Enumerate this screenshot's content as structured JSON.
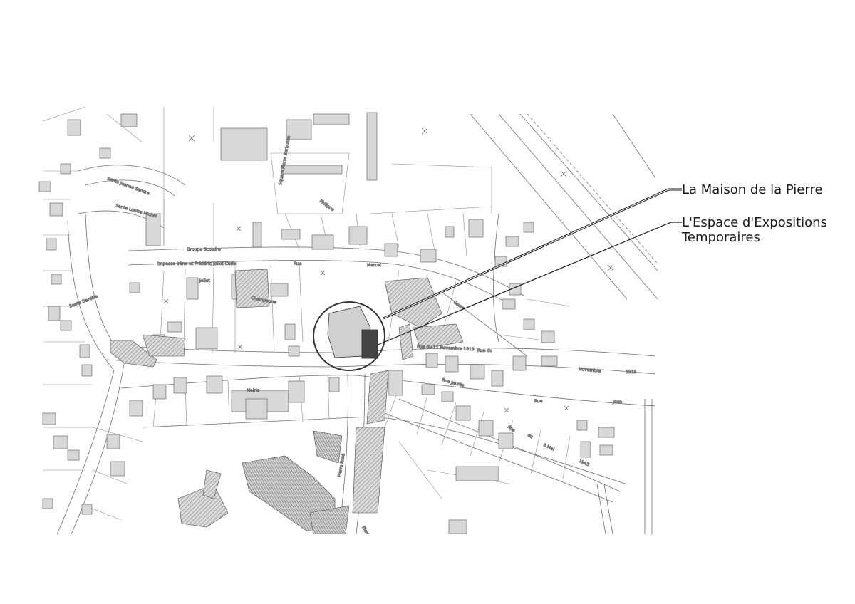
{
  "callouts": {
    "maison": "La Maison de la Pierre",
    "expo_line1": "L'Espace d'Expositions",
    "expo_line2": "Temporaires"
  },
  "streets": {
    "rue_marcel": [
      "Rue",
      "Marcel"
    ],
    "rue_11_novembre": "Rue du 11 Novembre 1918",
    "rue_du": "Rue du",
    "novembre": "Novembre",
    "year_1918": "1918",
    "impasse": "Impasse Irène et Frédéric Joliot Curie",
    "joliot": "Joliot",
    "groupe_scolaire": "Groupe Scolaire",
    "rue_jaures": "Rue Jaurès",
    "rue_jean": [
      "Rue",
      "Jean"
    ],
    "mairie": "Mairie",
    "sente_daniele": "Sente Danièle",
    "sente_jeanne": "Sente Jeanne Sandre",
    "sente_louise": "Sente Louise Michel",
    "square": "Square Pierre Barbusse",
    "philippe": "Philippe",
    "rue_8_mai": [
      "Rue",
      "du",
      "8 Mai"
    ],
    "year_1945": "1945",
    "champagne": "Champagne",
    "pierre_rose": "Pierre Rosé",
    "pierre": "Pierre",
    "cours": "Cours"
  },
  "colors": {
    "highlight": "#444444",
    "building": "#d4d4d4",
    "hatch": "#8a8a8a",
    "line": "#6f6f6f",
    "leader": "#1a1a1a"
  }
}
